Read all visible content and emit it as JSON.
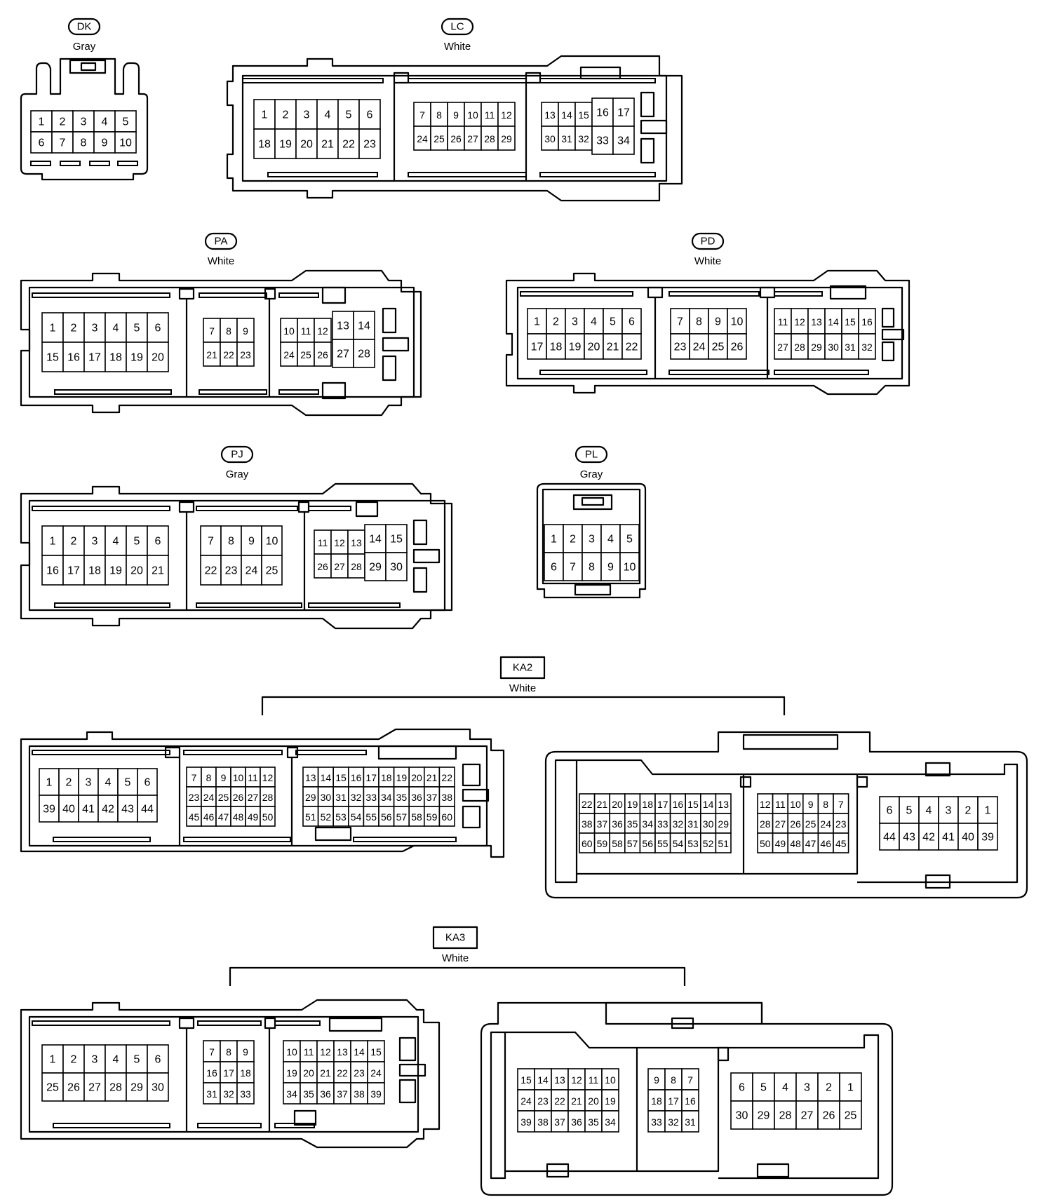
{
  "connectors": [
    {
      "id": "DK",
      "color": "Gray",
      "pin_count": 10
    },
    {
      "id": "LC",
      "color": "White",
      "pin_count": 34
    },
    {
      "id": "PA",
      "color": "White",
      "pin_count": 28
    },
    {
      "id": "PD",
      "color": "White",
      "pin_count": 32
    },
    {
      "id": "PJ",
      "color": "Gray",
      "pin_count": 30
    },
    {
      "id": "PL",
      "color": "Gray",
      "pin_count": 10
    },
    {
      "id": "KA2",
      "color": "White",
      "pin_count": 60
    },
    {
      "id": "KA3",
      "color": "White",
      "pin_count": 39
    }
  ],
  "labels": {
    "dk": {
      "code": "DK",
      "color": "Gray"
    },
    "lc": {
      "code": "LC",
      "color": "White"
    },
    "pa": {
      "code": "PA",
      "color": "White"
    },
    "pd": {
      "code": "PD",
      "color": "White"
    },
    "pj": {
      "code": "PJ",
      "color": "Gray"
    },
    "pl": {
      "code": "PL",
      "color": "Gray"
    },
    "ka2": {
      "code": "KA2",
      "color": "White"
    },
    "ka3": {
      "code": "KA3",
      "color": "White"
    }
  },
  "pin_groups": {
    "dk": [
      [
        1,
        2,
        3,
        4,
        5
      ],
      [
        6,
        7,
        8,
        9,
        10
      ]
    ],
    "lc_a": [
      [
        1,
        2,
        3,
        4,
        5,
        6
      ],
      [
        18,
        19,
        20,
        21,
        22,
        23
      ]
    ],
    "lc_b": [
      [
        7,
        8,
        9,
        10,
        11,
        12
      ],
      [
        24,
        25,
        26,
        27,
        28,
        29
      ]
    ],
    "lc_c": [
      [
        13,
        14,
        15
      ],
      [
        30,
        31,
        32
      ]
    ],
    "lc_d": [
      [
        16,
        17
      ],
      [
        33,
        34
      ]
    ],
    "pa_a": [
      [
        1,
        2,
        3,
        4,
        5,
        6
      ],
      [
        15,
        16,
        17,
        18,
        19,
        20
      ]
    ],
    "pa_b": [
      [
        7,
        8,
        9
      ],
      [
        21,
        22,
        23
      ]
    ],
    "pa_c": [
      [
        10,
        11,
        12
      ],
      [
        24,
        25,
        26
      ]
    ],
    "pa_d": [
      [
        13,
        14
      ],
      [
        27,
        28
      ]
    ],
    "pd_a": [
      [
        1,
        2,
        3,
        4,
        5,
        6
      ],
      [
        17,
        18,
        19,
        20,
        21,
        22
      ]
    ],
    "pd_b": [
      [
        7,
        8,
        9,
        10
      ],
      [
        23,
        24,
        25,
        26
      ]
    ],
    "pd_c": [
      [
        11,
        12,
        13,
        14,
        15,
        16
      ],
      [
        27,
        28,
        29,
        30,
        31,
        32
      ]
    ],
    "pj_a": [
      [
        1,
        2,
        3,
        4,
        5,
        6
      ],
      [
        16,
        17,
        18,
        19,
        20,
        21
      ]
    ],
    "pj_b": [
      [
        7,
        8,
        9,
        10
      ],
      [
        22,
        23,
        24,
        25
      ]
    ],
    "pj_c": [
      [
        11,
        12,
        13
      ],
      [
        26,
        27,
        28
      ]
    ],
    "pj_d": [
      [
        14,
        15
      ],
      [
        29,
        30
      ]
    ],
    "pl": [
      [
        1,
        2,
        3,
        4,
        5
      ],
      [
        6,
        7,
        8,
        9,
        10
      ]
    ],
    "ka2_a": [
      [
        1,
        2,
        3,
        4,
        5,
        6
      ],
      [
        39,
        40,
        41,
        42,
        43,
        44
      ]
    ],
    "ka2_b": [
      [
        7,
        8,
        9,
        10,
        11,
        12
      ],
      [
        23,
        24,
        25,
        26,
        27,
        28
      ],
      [
        45,
        46,
        47,
        48,
        49,
        50
      ]
    ],
    "ka2_c": [
      [
        13,
        14,
        15,
        16,
        17,
        18,
        19,
        20,
        21,
        22
      ],
      [
        29,
        30,
        31,
        32,
        33,
        34,
        35,
        36,
        37,
        38
      ],
      [
        51,
        52,
        53,
        54,
        55,
        56,
        57,
        58,
        59,
        60
      ]
    ],
    "ka2_d": [
      [
        22,
        21,
        20,
        19,
        18,
        17,
        16,
        15,
        14,
        13
      ],
      [
        38,
        37,
        36,
        35,
        34,
        33,
        32,
        31,
        30,
        29
      ],
      [
        60,
        59,
        58,
        57,
        56,
        55,
        54,
        53,
        52,
        51
      ]
    ],
    "ka2_e": [
      [
        12,
        11,
        10,
        9,
        8,
        7
      ],
      [
        28,
        27,
        26,
        25,
        24,
        23
      ],
      [
        50,
        49,
        48,
        47,
        46,
        45
      ]
    ],
    "ka2_f": [
      [
        6,
        5,
        4,
        3,
        2,
        1
      ],
      [
        44,
        43,
        42,
        41,
        40,
        39
      ]
    ],
    "ka3_a": [
      [
        1,
        2,
        3,
        4,
        5,
        6
      ],
      [
        25,
        26,
        27,
        28,
        29,
        30
      ]
    ],
    "ka3_b": [
      [
        7,
        8,
        9
      ],
      [
        16,
        17,
        18
      ],
      [
        31,
        32,
        33
      ]
    ],
    "ka3_c": [
      [
        10,
        11,
        12,
        13,
        14,
        15
      ],
      [
        19,
        20,
        21,
        22,
        23,
        24
      ],
      [
        34,
        35,
        36,
        37,
        38,
        39
      ]
    ],
    "ka3_d": [
      [
        15,
        14,
        13,
        12,
        11,
        10
      ],
      [
        24,
        23,
        22,
        21,
        20,
        19
      ],
      [
        39,
        38,
        37,
        36,
        35,
        34
      ]
    ],
    "ka3_e": [
      [
        9,
        8,
        7
      ],
      [
        18,
        17,
        16
      ],
      [
        33,
        32,
        31
      ]
    ],
    "ka3_f": [
      [
        6,
        5,
        4,
        3,
        2,
        1
      ],
      [
        30,
        29,
        28,
        27,
        26,
        25
      ]
    ]
  }
}
